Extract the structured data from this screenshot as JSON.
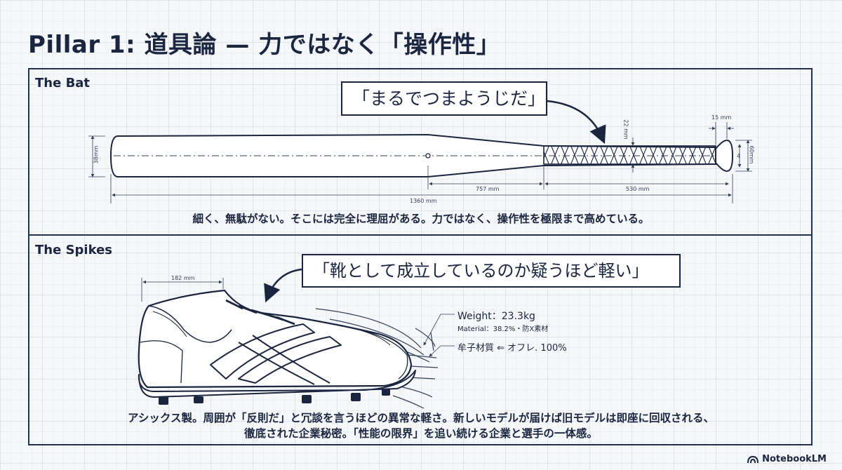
{
  "title": "Pillar 1: 道具論 — 力ではなく「操作性」",
  "bat": {
    "label": "The Bat",
    "quote": "「まるでつまようじだ」",
    "caption": "細く、無駄がない。そこには完全に理屈がある。力ではなく、操作性を極限まで高めている。",
    "dims": {
      "total_length": "1360 mm",
      "barrel_to_grip": "757 mm",
      "grip_length": "530 mm",
      "knob_width": "15 mm",
      "barrel_diameter": "38mm",
      "grip_diameter": "22 mm",
      "knob_diameter": "60mm",
      "knob_depth": "4"
    }
  },
  "spikes": {
    "label": "The Spikes",
    "quote": "「靴として成立しているのか疑うほど軽い」",
    "length_dim": "182 mm",
    "weight": "Weight：23.3kg",
    "material": "Material：38.2%・防X素材",
    "material2": "牟子材質 ⇐ オフレ. 100%",
    "caption_line1": "アシックス製。周囲が「反則だ」と冗談を言うほどの異常な軽さ。新しいモデルが届けば旧モデルは即座に回収される、",
    "caption_line2": "徹底された企業秘密。「性能の限界」を追い続ける企業と選手の一体感。"
  },
  "brand": "NotebookLM",
  "colors": {
    "ink": "#1a2540",
    "grid": "#dde2ea",
    "paper": "#f6f7f9"
  }
}
